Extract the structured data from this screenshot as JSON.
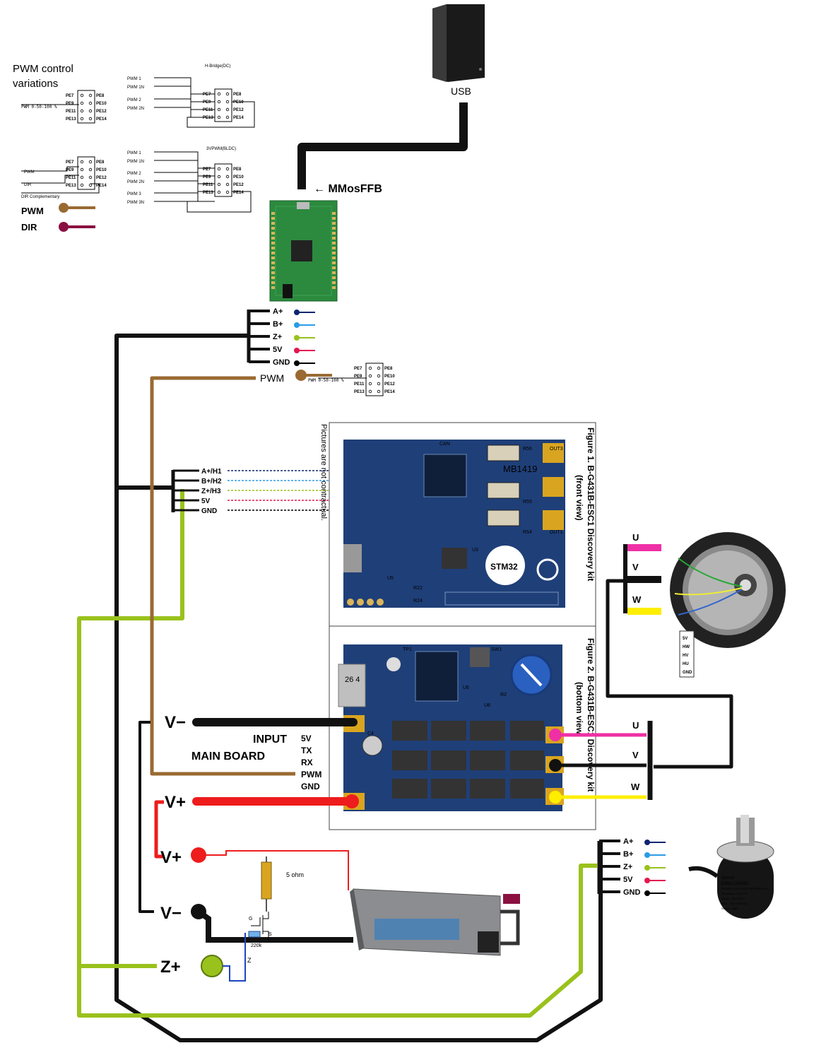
{
  "pwm_variations": {
    "title_line1": "PWM control",
    "title_line2": "variations",
    "single_out": "PWM 0-50-100 %",
    "dir_pwm": "PWM",
    "dir_dir": "DIR",
    "dir_comp": "DIR Complementary",
    "hbridge_title": "H-Bridge(DC)",
    "bldc_title": "3VPWM(BLDC)",
    "hb_lines": [
      "PWM 1",
      "PWM 1N",
      "PWM 2",
      "PWM 2N"
    ],
    "bldc_lines": [
      "PWM 1",
      "PWM 1N",
      "PWM 2",
      "PWM 2N",
      "PWM 3",
      "PWM 3N"
    ],
    "left_pins": [
      "PE7",
      "PE9",
      "PE11",
      "PE13"
    ],
    "right_pins": [
      "PE8",
      "PE10",
      "PE12",
      "PE14"
    ],
    "legend_pwm": "PWM",
    "legend_dir": "DIR"
  },
  "colors": {
    "pwm_wire": "#9a6a32",
    "dir_wire": "#8a1040",
    "a_dot": "#0d2570",
    "b_dot": "#2a9be8",
    "z_wire": "#99c21c",
    "v5_dot": "#e3174f",
    "u_phase": "#ef2fa5",
    "w_phase": "#ffee00",
    "vplus": "#ee1c1c",
    "input_green": "#2aa42a",
    "mainboard_pink": "#e0287a",
    "pcb_blue": "#1f3f78",
    "pcb_green": "#2b8a3e"
  },
  "pc": {
    "label": "USB",
    "icon": "desktop-tower-icon"
  },
  "mmosffb": "← MMosFFB",
  "encoder_pins_top": [
    "A+",
    "B+",
    "Z+",
    "5V",
    "GND"
  ],
  "pwm_label": "PWM",
  "pwm_small_out": "PWM 0-50-100 %",
  "hall_pins": [
    "A+/H1",
    "B+/H2",
    "Z+/H3",
    "5V",
    "GND"
  ],
  "pictures_note": "Pictures are not contractual.",
  "fig1_caption": "Figure 1. B-G431B-ESC1 Discovery kit",
  "fig1_sub": "(front view)",
  "fig2_caption": "Figure 2. B-G431B-ESC1 Discovery kit",
  "fig2_sub": "(bottom view)",
  "fig1_board": {
    "out3": "OUT3",
    "r56": "R56",
    "r55": "R55",
    "r54": "R54",
    "out1": "OUT1",
    "mb": "MB1419",
    "stm": "STM32",
    "can": "CAN",
    "r22": "R22",
    "r24": "R24",
    "u3": "U3",
    "u5": "U5"
  },
  "fig2_board": {
    "tp1": "TP1",
    "sw1": "SW1",
    "u6": "U6",
    "r2": "R2",
    "u8": "U8",
    "c4": "C4",
    "num": "26 4"
  },
  "motor_phase_top": [
    "U",
    "V",
    "W"
  ],
  "hall_legend": [
    "5V",
    "HW",
    "HV",
    "HU",
    "GND"
  ],
  "hall_legend_colors": [
    "#e0202a",
    "#2aa52a",
    "#2a45d6",
    "#e0a020",
    "#000000"
  ],
  "vminus_top": "V−",
  "input_label": "INPUT",
  "mainboard_label": "MAIN BOARD",
  "input_pins": [
    "5V",
    "TX",
    "RX",
    "PWM",
    "GND"
  ],
  "vplus_top": "V+",
  "phase_right": [
    "U",
    "V",
    "W"
  ],
  "vplus_psu": "V+",
  "vminus_psu": "V−",
  "z_plus": "Z+",
  "resistor": "5 ohm",
  "mosfet_g": "G",
  "mosfet_s": "S",
  "res_220k": "220k",
  "z_small": "Z",
  "encoder_pins_bottom": [
    "A+",
    "B+",
    "Z+",
    "5V",
    "GND"
  ],
  "encoder_device": {
    "line1": "Omron",
    "line2": "E6B2-CWZ6C",
    "line3": "ROTARY ENCODER INCREMENTAL",
    "line4": "Resolution : 600 P/R",
    "line5": "Brown : 5to24VDC",
    "line6": "Blue : 0V(COMMON)",
    "line7": "Shield : GND"
  }
}
